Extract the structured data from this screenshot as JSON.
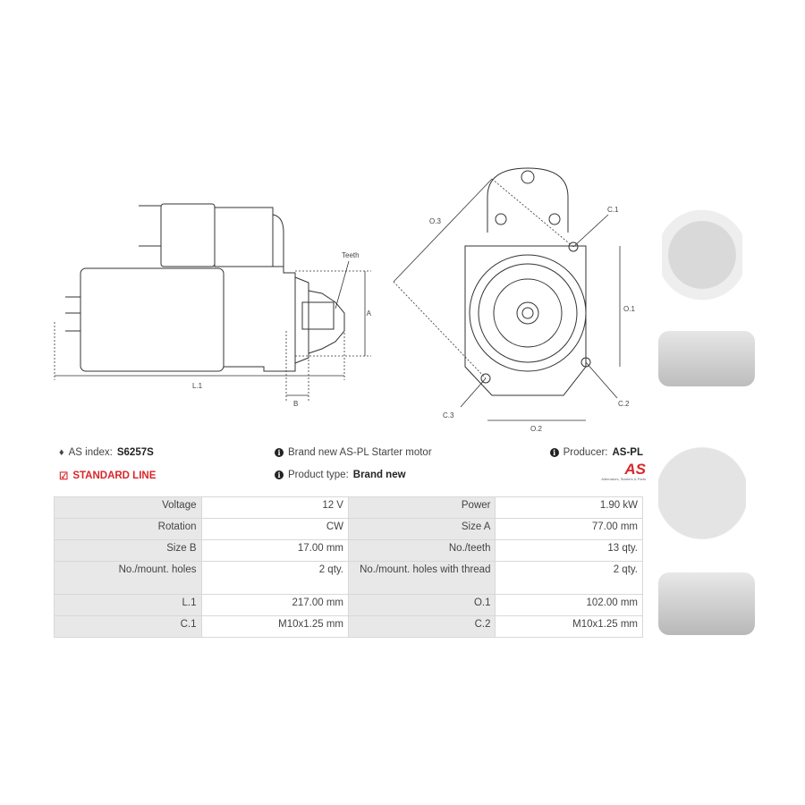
{
  "drawing": {
    "side_labels": {
      "teeth": "Teeth",
      "a": "A",
      "l1": "L.1",
      "b": "B"
    },
    "front_labels": {
      "o3": "O.3",
      "c1": "C.1",
      "o1": "O.1",
      "c2": "C.2",
      "c3": "C.3",
      "o2": "O.2"
    }
  },
  "info": {
    "as_index_label": "AS index:",
    "as_index_value": "S6257S",
    "standard_line": "STANDARD LINE",
    "description": "Brand new AS-PL Starter motor",
    "product_type_label": "Product type:",
    "product_type_value": "Brand new",
    "producer_label": "Producer:",
    "producer_value": "AS-PL",
    "logo_text": "AS",
    "logo_tagline": "Alternators, Starters & Parts"
  },
  "specs": [
    {
      "k1": "Voltage",
      "v1": "12 V",
      "k2": "Power",
      "v2": "1.90 kW"
    },
    {
      "k1": "Rotation",
      "v1": "CW",
      "k2": "Size A",
      "v2": "77.00 mm"
    },
    {
      "k1": "Size B",
      "v1": "17.00 mm",
      "k2": "No./teeth",
      "v2": "13 qty."
    },
    {
      "k1": "No./mount. holes",
      "v1": "2 qty.",
      "k2": "No./mount. holes with thread",
      "v2": "2 qty."
    },
    {
      "k1": "L.1",
      "v1": "217.00 mm",
      "k2": "O.1",
      "v2": "102.00 mm"
    },
    {
      "k1": "C.1",
      "v1": "M10x1.25 mm",
      "k2": "C.2",
      "v2": "M10x1.25 mm"
    }
  ],
  "colors": {
    "accent": "#d9262b",
    "key_bg": "#e8e8e8"
  }
}
